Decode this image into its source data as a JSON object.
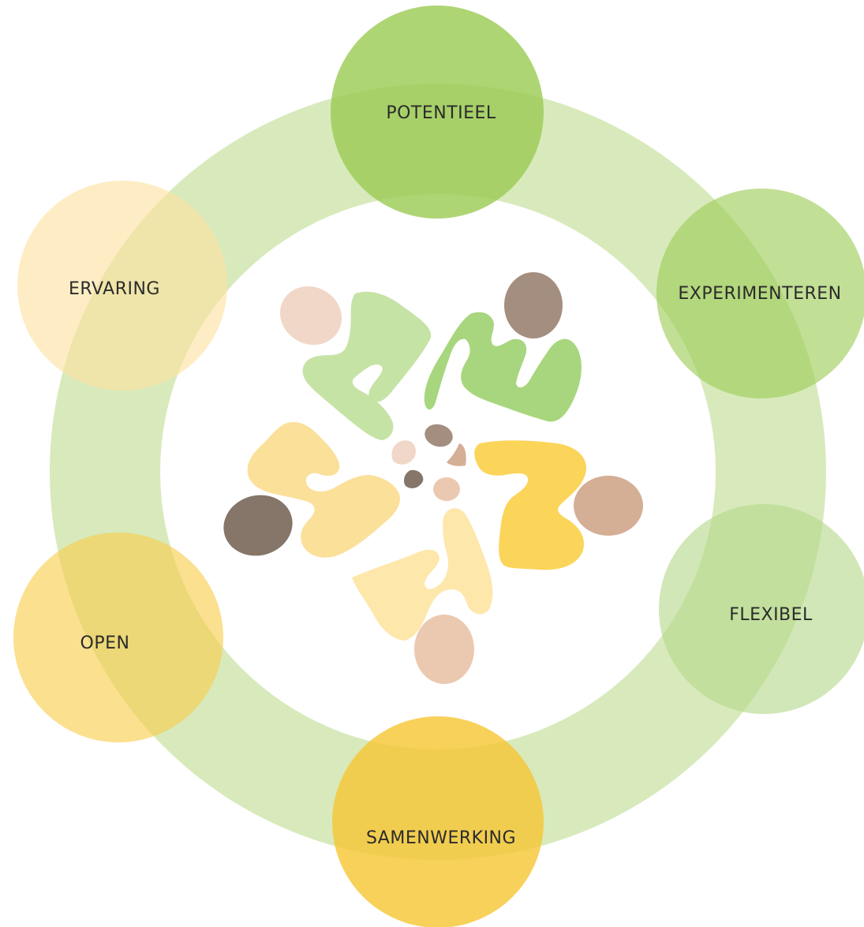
{
  "diagram": {
    "nodes": [
      {
        "id": "potentieel",
        "label": "POTENTIEEL",
        "color": "#9ccc55"
      },
      {
        "id": "experimenteren",
        "label": "EXPERIMENTEREN",
        "color": "#9ccc55"
      },
      {
        "id": "flexibel",
        "label": "FLEXIBEL",
        "color": "#b5d98a"
      },
      {
        "id": "samenwerking",
        "label": "SAMENWERKING",
        "color": "#f5cb3e"
      },
      {
        "id": "open",
        "label": "OPEN",
        "color": "#fbd66a"
      },
      {
        "id": "ervaring",
        "label": "ERVARING",
        "color": "#fde2a0"
      }
    ],
    "ring_color": "#d8eabc",
    "center_color": "#ffffff",
    "logo_icon": "group-of-people-circle-icon",
    "logo_colors": {
      "light_green": "#c6e3a6",
      "green": "#a8d67e",
      "yellow": "#fbd45a",
      "light_yellow": "#fde7ab",
      "pale_yellow": "#fbe09a",
      "peach": "#f1d7c8",
      "tan": "#d5ae96",
      "brown": "#a48e80",
      "dark_brown": "#857669"
    }
  }
}
